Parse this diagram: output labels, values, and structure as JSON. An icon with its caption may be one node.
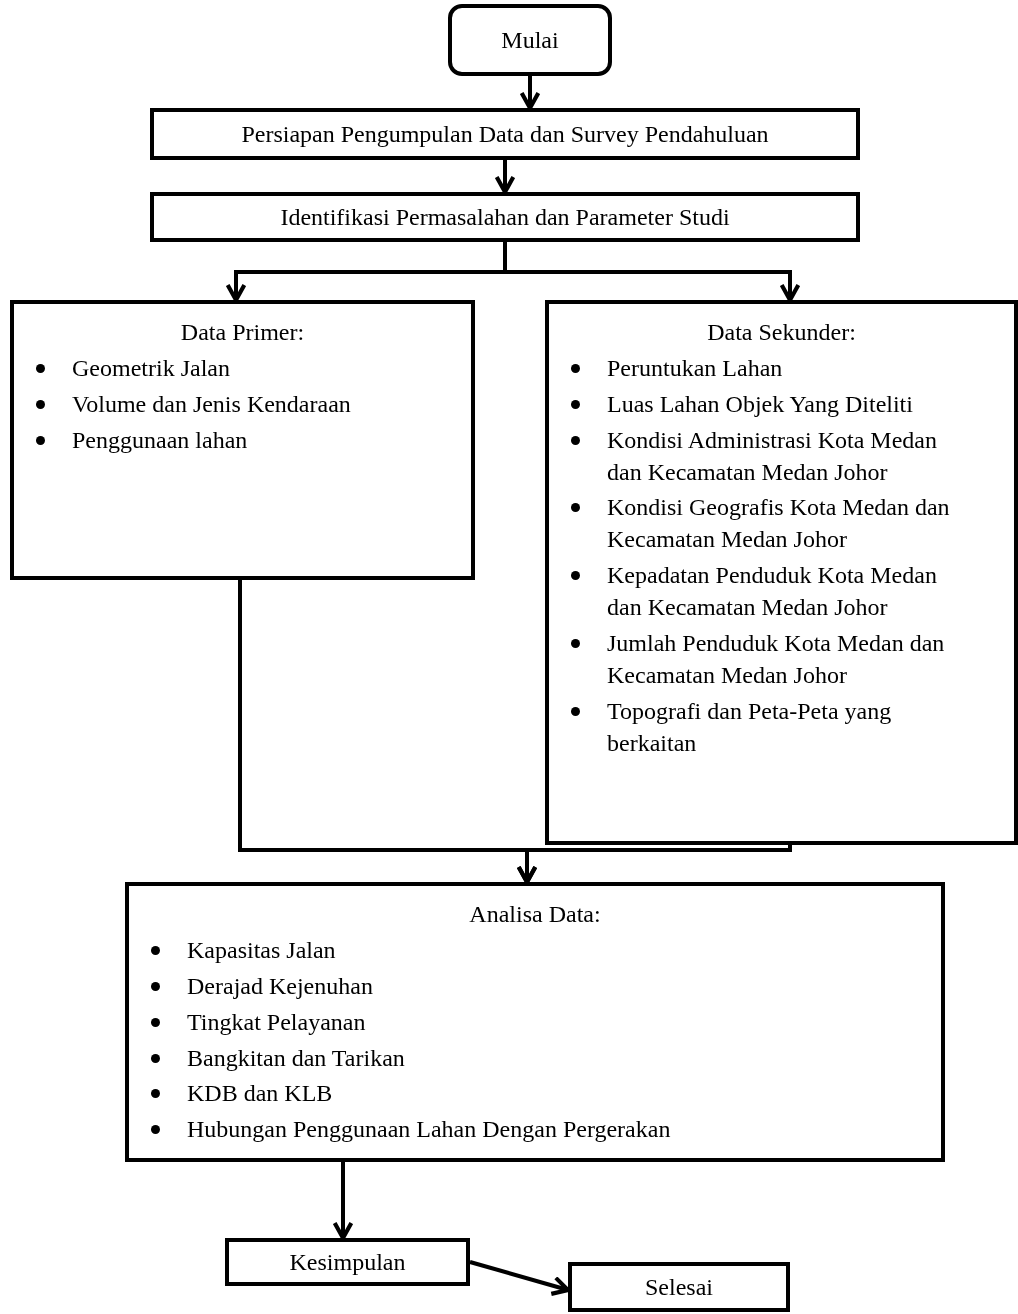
{
  "diagram": {
    "nodes": [
      {
        "text": [
          "Mulai"
        ]
      },
      {
        "text": [
          "Persiapan Pengumpulan Data dan Survey Pendahuluan"
        ]
      },
      {
        "text": [
          "Identifikasi Permasalahan dan Parameter Studi"
        ]
      },
      {
        "text": [
          "Data Primer:",
          "Geometrik Jalan",
          "Volume dan Jenis Kendaraan",
          "Penggunaan lahan"
        ]
      },
      {
        "text": [
          "Data Sekunder:",
          "Peruntukan Lahan",
          "Luas Lahan Objek Yang Diteliti",
          "Kondisi Administrasi Kota Medan dan Kecamatan Medan Johor",
          "Kondisi Geografis Kota Medan dan Kecamatan Medan Johor",
          "Kepadatan Penduduk Kota Medan dan Kecamatan Medan Johor",
          "Jumlah Penduduk Kota Medan dan Kecamatan Medan Johor",
          "Topografi dan Peta-Peta yang berkaitan"
        ]
      },
      {
        "text": [
          "Analisa Data:",
          "Kapasitas Jalan",
          "Derajad Kejenuhan",
          "Tingkat Pelayanan",
          "Bangkitan dan Tarikan",
          "KDB dan KLB",
          "Hubungan Penggunaan Lahan Dengan Pergerakan"
        ]
      },
      {
        "text": [
          "Kesimpulan"
        ]
      },
      {
        "text": [
          "Selesai"
        ]
      }
    ],
    "edges": [
      {
        "from": 0,
        "to": 1,
        "arrow": "to"
      },
      {
        "from": 1,
        "to": 2,
        "arrow": "to"
      },
      {
        "from": 2,
        "to": 3,
        "arrow": "to"
      },
      {
        "from": 2,
        "to": 4,
        "arrow": "to"
      },
      {
        "from": 3,
        "to": 5,
        "arrow": "to"
      },
      {
        "from": 4,
        "to": 5,
        "arrow": "to"
      },
      {
        "from": 5,
        "to": 6,
        "arrow": "to"
      },
      {
        "from": 6,
        "to": 7,
        "arrow": "to"
      }
    ]
  }
}
